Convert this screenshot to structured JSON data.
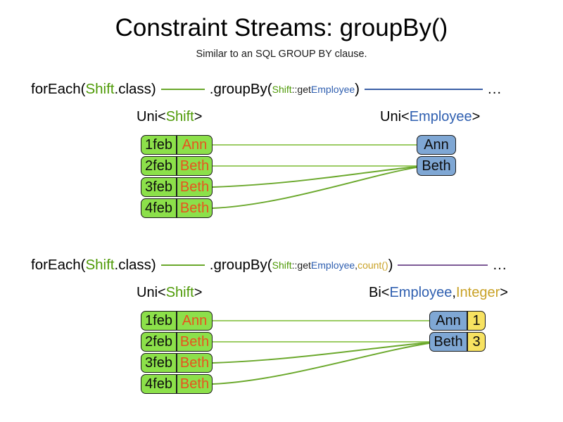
{
  "page": {
    "title": "Constraint Streams: groupBy()",
    "subtitle": "Similar to an SQL GROUP BY clause."
  },
  "colors": {
    "green_text": "#4e9a06",
    "blue_text": "#2f5fb0",
    "gold_text": "#c9a227",
    "orange_text": "#e8531f",
    "shift_box_fill": "#8ce04a",
    "employee_box_fill": "#7fa7d4",
    "count_box_fill": "#f7e261",
    "connector_green": "#6aa82b",
    "connector_blue": "#3b5fa6",
    "connector_purple": "#7d5a96"
  },
  "section_one": {
    "code": {
      "for_each_open": "forEach(",
      "for_each_type": "Shift",
      "for_each_close": ".class)",
      "group_by_open": ".groupBy(",
      "method_ref_type": "Shift",
      "method_ref_sep": "::get",
      "method_ref_prop": "Employee",
      "group_by_close": ")",
      "ellipsis": "..."
    },
    "left_label": {
      "prefix": "Uni<",
      "type": "Shift",
      "suffix": ">"
    },
    "right_label": {
      "prefix": "Uni<",
      "type": "Employee",
      "suffix": ">"
    },
    "shifts": [
      {
        "date": "1feb",
        "employee": "Ann"
      },
      {
        "date": "2feb",
        "employee": "Beth"
      },
      {
        "date": "3feb",
        "employee": "Beth"
      },
      {
        "date": "4feb",
        "employee": "Beth"
      }
    ],
    "employees": [
      {
        "name": "Ann"
      },
      {
        "name": "Beth"
      }
    ]
  },
  "section_two": {
    "code": {
      "for_each_open": "forEach(",
      "for_each_type": "Shift",
      "for_each_close": ".class)",
      "group_by_open": ".groupBy(",
      "method_ref_type": "Shift",
      "method_ref_sep": "::get",
      "method_ref_prop": "Employee",
      "method_ref_comma": ", ",
      "collector": "count()",
      "group_by_close": ")",
      "ellipsis": "..."
    },
    "left_label": {
      "prefix": "Uni<",
      "type": "Shift",
      "suffix": ">"
    },
    "right_label": {
      "prefix": "Bi<",
      "type_a": "Employee",
      "sep": ", ",
      "type_b": "Integer",
      "suffix": ">"
    },
    "shifts": [
      {
        "date": "1feb",
        "employee": "Ann"
      },
      {
        "date": "2feb",
        "employee": "Beth"
      },
      {
        "date": "3feb",
        "employee": "Beth"
      },
      {
        "date": "4feb",
        "employee": "Beth"
      }
    ],
    "groups": [
      {
        "name": "Ann",
        "count": "1"
      },
      {
        "name": "Beth",
        "count": "3"
      }
    ]
  }
}
